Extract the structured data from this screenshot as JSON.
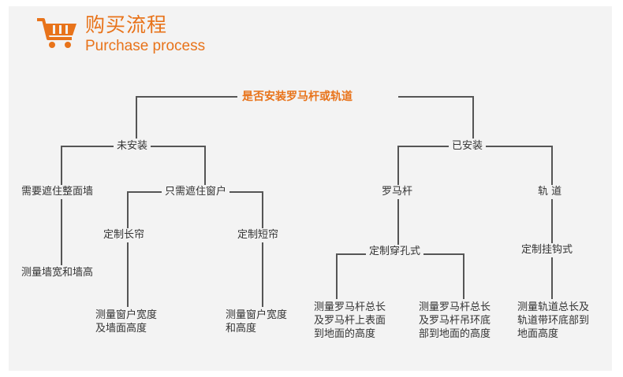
{
  "header": {
    "title_cn": "购买流程",
    "title_en": "Purchase process",
    "icon": "shopping-cart-icon",
    "accent_color": "#e8731a",
    "line_color": "#555555",
    "background": "#f3f3f3"
  },
  "diagram": {
    "root": "是否安装罗马杆或轨道",
    "not_installed": "未安装",
    "installed": "已安装",
    "cover_whole_wall": "需要遮住整面墙",
    "cover_window_only": "只需遮住窗户",
    "measure_wall": "测量墙宽和墙高",
    "custom_long_curtain": "定制长帘",
    "custom_short_curtain": "定制短帘",
    "measure_long": "测量窗户宽度\n及墙面高度",
    "measure_short": "测量窗户宽度\n和高度",
    "roman_rod": "罗马杆",
    "track": "轨 道",
    "custom_punch_rings": "定制穿孔式",
    "custom_hook": "定制挂钩式",
    "measure_rod_top": "测量罗马杆总长\n及罗马杆上表面\n到地面的高度",
    "measure_rod_ring": "测量罗马杆总长\n及罗马杆吊环底\n部到地面的高度",
    "measure_track": "测量轨道总长及\n轨道带环底部到\n地面高度"
  }
}
